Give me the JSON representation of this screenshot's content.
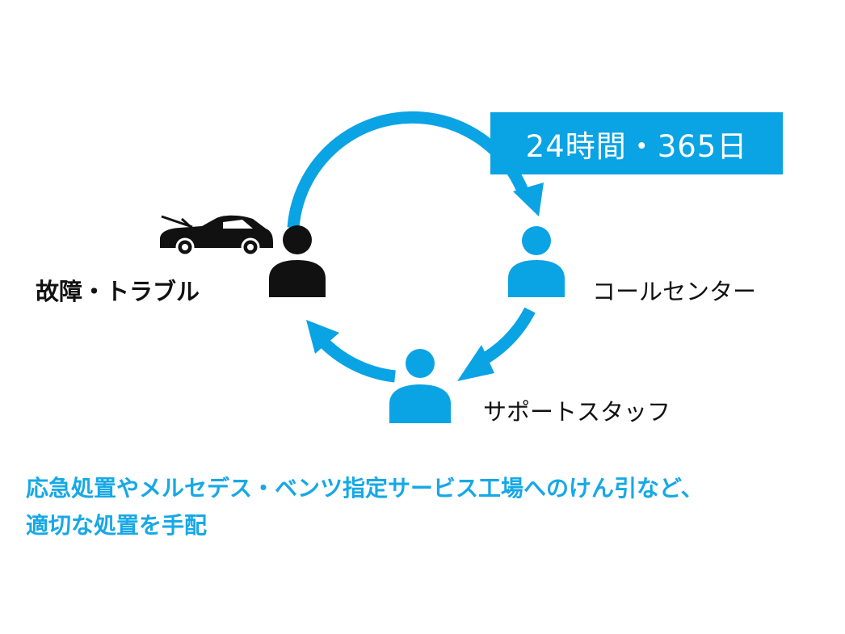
{
  "badge": {
    "text": "24時間・365日"
  },
  "nodes": {
    "trouble": {
      "label": "故障・トラブル",
      "icons": [
        "car-icon",
        "person-icon"
      ]
    },
    "call_center": {
      "label": "コールセンター",
      "icon": "person-icon"
    },
    "support_staff": {
      "label": "サポートスタッフ",
      "icon": "person-icon"
    }
  },
  "caption": {
    "line1": "応急処置やメルセデス・ベンツ指定サービス工場へのけん引など、",
    "line2": "適切な処置を手配"
  },
  "colors": {
    "accent": "#0aa3e4",
    "caption": "#17a8e6",
    "black": "#111111",
    "white": "#ffffff"
  }
}
